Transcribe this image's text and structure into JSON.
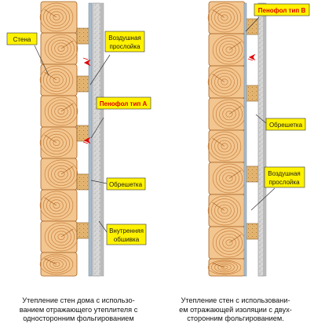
{
  "labels": {
    "wall": "Стена",
    "air_gap_left": [
      "Воздушная",
      "прослойка"
    ],
    "penofol_a": "Пенофол тип А",
    "battens_left": "Обрешетка",
    "inner_lining": [
      "Внутренняя",
      "обшивка"
    ],
    "penofol_b": "Пенофол тип В",
    "battens_right": "Обрешетка",
    "air_gap_right": [
      "Воздушная",
      "прослойка"
    ]
  },
  "captions": {
    "left": [
      "Утепление стен дома  с использо-",
      "ванием отражающего утеплителя с",
      "односторонним фольгированием"
    ],
    "right": [
      "Утепление стен с использовани-",
      "ем отражающей изоляции с двух-",
      "сторонним фольгированием."
    ]
  },
  "colors": {
    "log_light": "#f3c690",
    "log_ring": "#c9803c",
    "log_dark": "#a8601f",
    "foil_blue": "#9fb4c8",
    "batten": "#e2b06a",
    "lining": "#d5d5d5",
    "label_box": "#fff200",
    "accent_red": "#e00000"
  }
}
